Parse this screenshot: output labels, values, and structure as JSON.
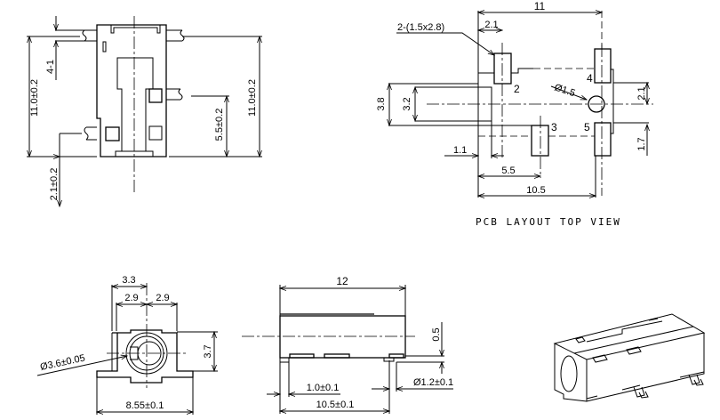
{
  "front_view": {
    "height_left": "11.0±0.2",
    "height_right": "11.0±0.2",
    "pin_pitch": "5.5±0.2",
    "pin_ref": "4-1",
    "pin_offset": "2.1±0.2"
  },
  "pcb_layout": {
    "caption": "PCB LAYOUT TOP VIEW",
    "width": "11",
    "pad_offset": "2.1",
    "pad_callout": "2-(1.5x2.8)",
    "outer_height": "3.8",
    "inner_height": "3.2",
    "hole": "Ø1.5",
    "hole_offset": "2.1",
    "pad_height": "1.7",
    "edge_offset": "1.1",
    "pad3_distance": "5.5",
    "pad5_distance": "10.5",
    "pins": [
      "2",
      "3",
      "4",
      "5"
    ]
  },
  "end_view": {
    "overall_width": "3.3",
    "half_left": "2.9",
    "half_right": "2.9",
    "height": "3.7",
    "bore": "Ø3.6±0.05",
    "base_width": "8.55±0.1"
  },
  "side_view": {
    "length": "12",
    "offset": "0.5",
    "pin_width": "1.0±0.1",
    "pin_span": "10.5±0.1",
    "peg": "Ø1.2±0.1"
  }
}
